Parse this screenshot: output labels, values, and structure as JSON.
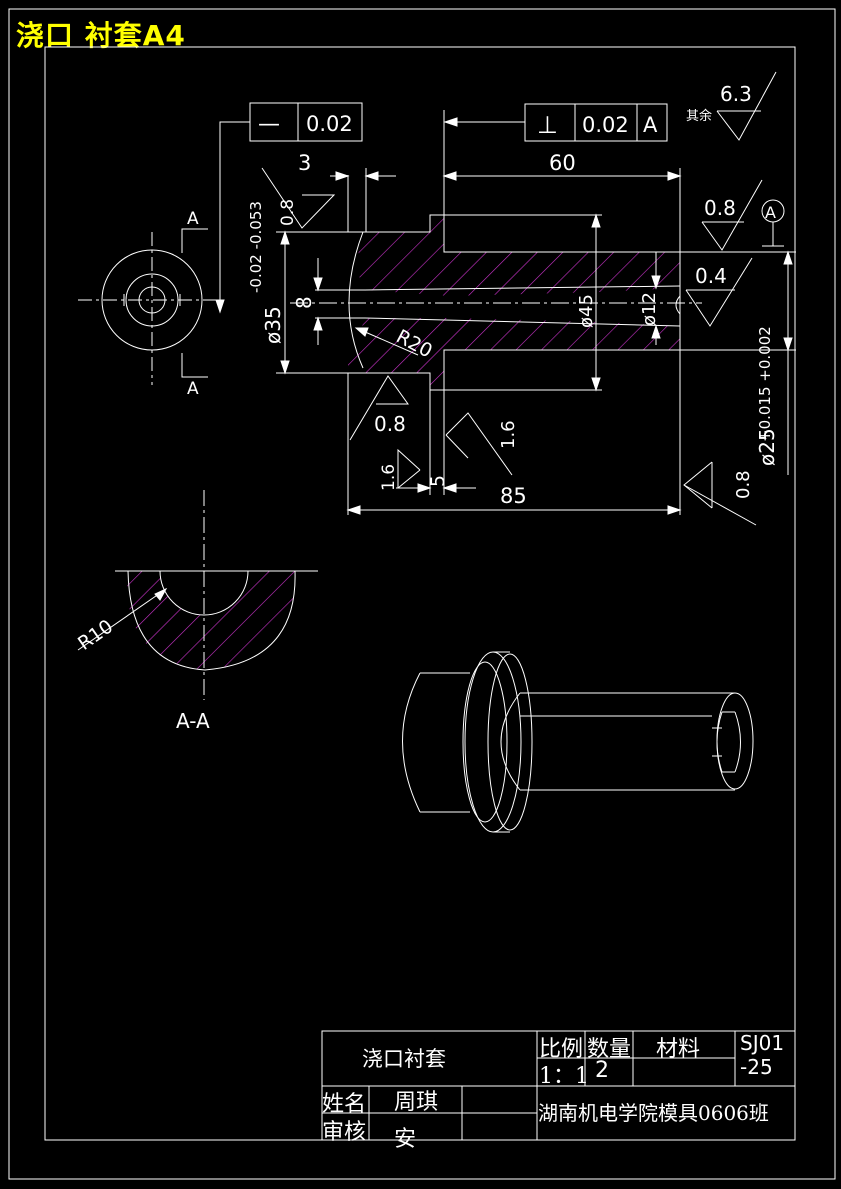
{
  "sheet_title": "浇口 衬套A4",
  "labels": {
    "straightness_symbol": "—",
    "straightness_value": "0.02",
    "perp_symbol": "⊥",
    "perp_value": "0.02",
    "perp_datum": "A",
    "rough_rest_label": "其余",
    "rough_rest_value": "6.3",
    "rough_08_top": "0.8",
    "rough_08_left": "0.8",
    "rough_04": "0.4",
    "rough_08_bottom": "0.8",
    "rough_16_mid": "1.6",
    "rough_16_bottom": "1.6",
    "rough_08_right": "0.8",
    "datum_A": "A",
    "dim_3": "3",
    "dim_60": "60",
    "dim_85": "85",
    "dim_5": "5",
    "dim_8": "8",
    "dim_d35": "ø35",
    "dim_d35_tol": "-0.02 -0.053",
    "dim_d45": "ø45",
    "dim_d12": "ø12",
    "dim_d25": "ø25",
    "dim_d25_tol": "+0.015 +0.002",
    "dim_r20": "R20",
    "dim_r10": "R10",
    "section_A_top": "A",
    "section_A_bottom": "A",
    "section_AA": "A-A"
  },
  "title_block": {
    "part_name": "浇口衬套",
    "scale_label": "比例",
    "qty_label": "数量",
    "material_label": "材料",
    "drawing_no": "SJ01 -25",
    "scale_value": "1：1",
    "qty_value": "2",
    "name_label": "姓名",
    "name_value": "周琪",
    "review_label": "审核",
    "review_value": "安",
    "school": "湖南机电学院模具0606班"
  },
  "colors": {
    "line": "#ffffff",
    "hatch": "#cc33cc",
    "title": "#ffff00",
    "background": "#000000"
  }
}
